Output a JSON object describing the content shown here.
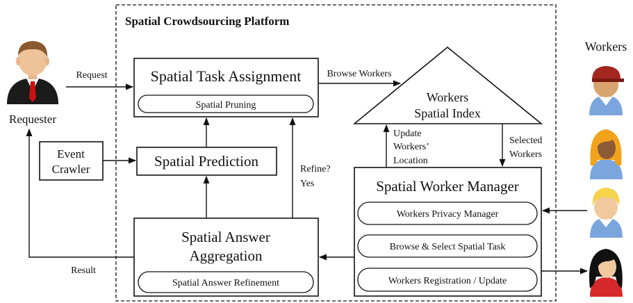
{
  "platform": {
    "title": "Spatial Crowdsourcing Platform"
  },
  "actors": {
    "requester": "Requester",
    "workers": "Workers"
  },
  "components": {
    "task_assignment": {
      "title": "Spatial Task Assignment",
      "sub": "Spatial Pruning"
    },
    "prediction": {
      "title": "Spatial Prediction"
    },
    "event_crawler": {
      "line1": "Event",
      "line2": "Crawler"
    },
    "answer_aggregation": {
      "line1": "Spatial Answer",
      "line2": "Aggregation",
      "sub": "Spatial Answer Refinement"
    },
    "spatial_index": {
      "line1": "Workers",
      "line2": "Spatial Index"
    },
    "worker_manager": {
      "title": "Spatial Worker Manager",
      "items": [
        "Workers Privacy Manager",
        "Browse & Select Spatial Task",
        "Workers Registration / Update"
      ]
    }
  },
  "edge_labels": {
    "request": "Request",
    "browse_workers": "Browse Workers",
    "update_location": [
      "Update",
      "Workers’",
      "Location"
    ],
    "selected_workers": [
      "Selected",
      "Workers"
    ],
    "refine": [
      "Refine?",
      "Yes"
    ],
    "result": "Result"
  },
  "icons": [
    "requester-person-icon",
    "worker-cap-icon",
    "worker-long-hair-icon",
    "worker-blonde-icon",
    "worker-black-hair-icon"
  ]
}
